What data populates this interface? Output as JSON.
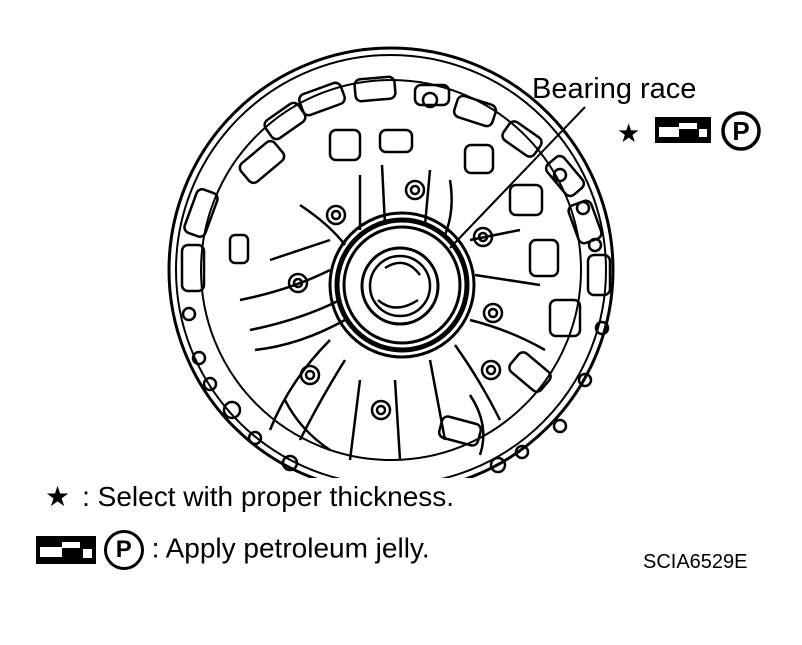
{
  "labels": {
    "bearing_race": "Bearing race",
    "star_note": ": Select with proper thickness.",
    "jelly_note": ": Apply petroleum jelly.",
    "figure_code": "SCIA6529E"
  },
  "symbols": {
    "star": "★",
    "p_mark": "P",
    "jelly_icon": "petroleum-jelly-applicator-icon"
  },
  "colors": {
    "ink": "#000000",
    "paper": "#ffffff"
  }
}
